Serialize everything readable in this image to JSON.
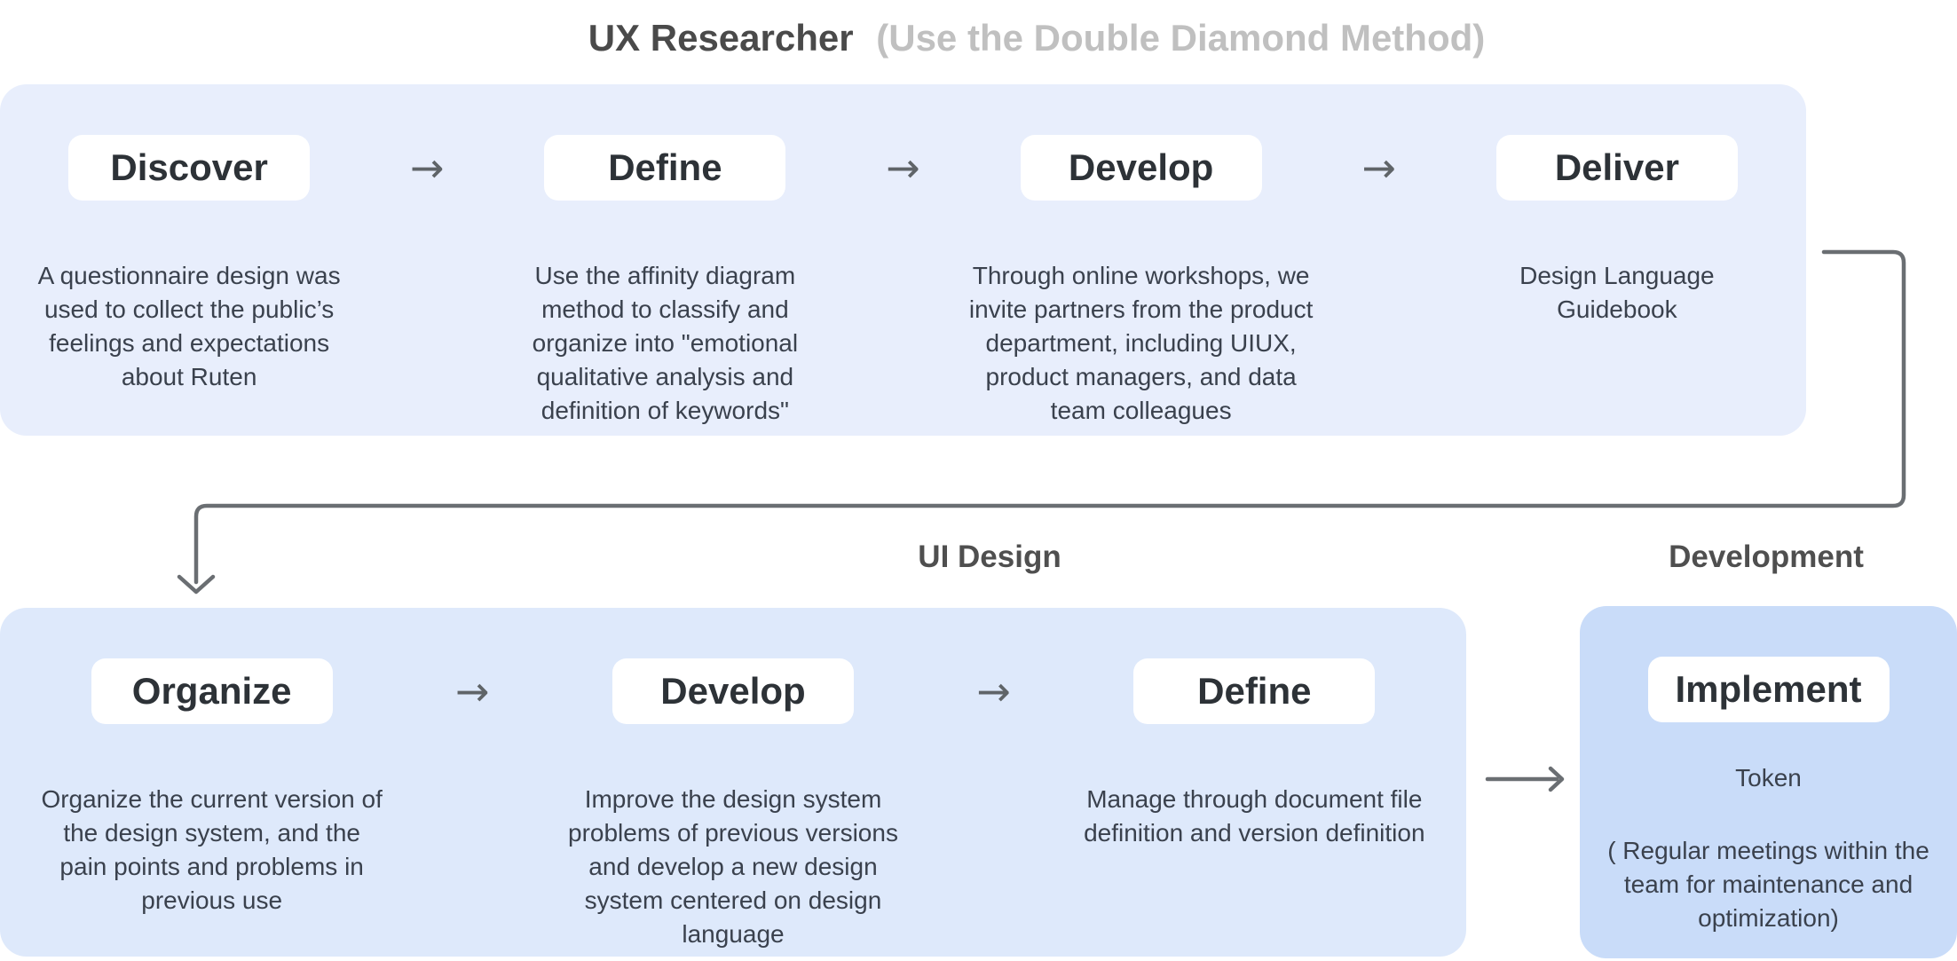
{
  "title": {
    "main": "UX Researcher",
    "subtitle": "(Use the Double Diamond Method)"
  },
  "ux_researcher": {
    "stages": [
      {
        "label": "Discover",
        "description": "A questionnaire design was used to collect the public’s feelings and expectations about Ruten"
      },
      {
        "label": "Define",
        "description": "Use the affinity diagram method to classify and organize into \"emotional qualitative analysis and definition of keywords\""
      },
      {
        "label": "Develop",
        "description": "Through online workshops, we invite partners from the product department, including UIUX, product managers, and data team colleagues"
      },
      {
        "label": "Deliver",
        "description": "Design Language Guidebook"
      }
    ]
  },
  "ui_design": {
    "label": "UI Design",
    "stages": [
      {
        "label": "Organize",
        "description": "Organize the current version of the design system, and the pain points and problems in previous use"
      },
      {
        "label": "Develop",
        "description": "Improve the design system problems of previous versions and develop a new design system centered on design language"
      },
      {
        "label": "Define",
        "description": "Manage through document file definition and version definition"
      }
    ]
  },
  "development": {
    "label": "Development",
    "stage": {
      "label": "Implement",
      "description_primary": "Token",
      "description_secondary": "( Regular meetings within the team for maintenance and optimization)"
    }
  },
  "icons": {
    "flow_arrow": "→"
  },
  "colors": {
    "panel_row1_bg": "#e8eefc",
    "panel_row2_bg": "#dee9fb",
    "panel_dev_bg": "#c9dcf9",
    "chip_bg": "#ffffff",
    "text_dark": "#3a414d",
    "title_gray": "#c0c0c0",
    "connector_gray": "#6a6e72"
  }
}
